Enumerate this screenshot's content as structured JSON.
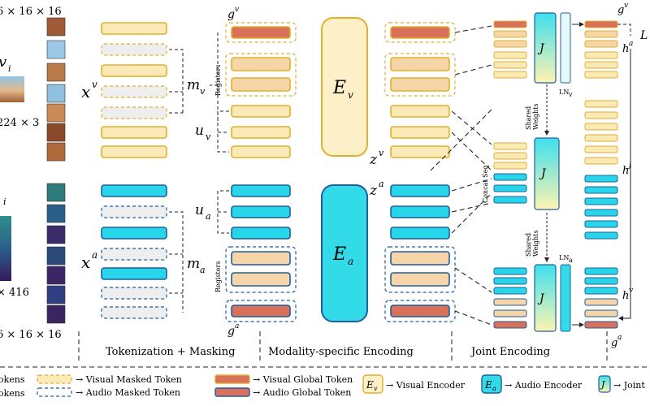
{
  "colors": {
    "visual_fill": "#fbeab7",
    "visual_stroke": "#e0b02a",
    "audio_fill": "#28d6ea",
    "audio_stroke": "#1f5f9f",
    "masked_fill": "#eeeeee",
    "register_fill": "#f6d6a8",
    "global_fill": "#d9705a",
    "encoder_visual_fill": "#fdf0c8",
    "encoder_audio_fill": "#33dbe9"
  },
  "left": {
    "top_dim": "6 × 16 × 16",
    "input_v": "v",
    "input_v_sub": "i",
    "img_dim": "224 × 3",
    "input_a_sub": "i",
    "spec_dim": "× 416",
    "bottom_dim": "6 × 16 × 16"
  },
  "math": {
    "xv": "x",
    "xv_sup": "v",
    "xa": "x",
    "xa_sup": "a",
    "mv": "m",
    "mv_sub": "v",
    "ma": "m",
    "ma_sub": "a",
    "uv": "u",
    "uv_sub": "v",
    "ua": "u",
    "ua_sub": "a",
    "gv": "g",
    "gv_sup": "v",
    "ga": "g",
    "ga_sup": "a",
    "zv": "z",
    "zv_sup": "v",
    "za": "z",
    "za_sup": "a",
    "Ev": "E",
    "Ev_sub": "v",
    "Ea": "E",
    "Ea_sub": "a",
    "J": "J",
    "ha": "h",
    "ha_sup": "a",
    "hj": "h",
    "hj_sup": "j",
    "hv": "h",
    "hv_sup": "v",
    "gv_right": "g",
    "gv_right_sup": "v",
    "ga_right": "g",
    "ga_right_sup": "a",
    "L": "L"
  },
  "labels": {
    "registers": "Registers",
    "concat_seq": "Concat Seq",
    "shared_weights_1": "Shared",
    "shared_weights_2": "Weights",
    "ln_v": "LN",
    "ln_v_sub": "v",
    "ln_a": "LN",
    "ln_a_sub": "a"
  },
  "stages": {
    "tokenization": "Tokenization + Masking",
    "modality": "Modality-specific Encoding",
    "joint": "Joint Encoding"
  },
  "legend": {
    "visual_tokens": "okens",
    "audio_tokens": "okens",
    "visual_masked": "→ Visual Masked Token",
    "audio_masked": "→ Audio Masked Token",
    "visual_global": "→ Visual Global Token",
    "audio_global": "→ Audio Global Token",
    "visual_encoder_sym": "E",
    "visual_encoder_sub": "v",
    "visual_encoder": "→ Visual Encoder",
    "audio_encoder_sym": "E",
    "audio_encoder_sub": "a",
    "audio_encoder": "→ Audio Encoder",
    "joint_sym": "J",
    "joint": "→ Joint"
  }
}
